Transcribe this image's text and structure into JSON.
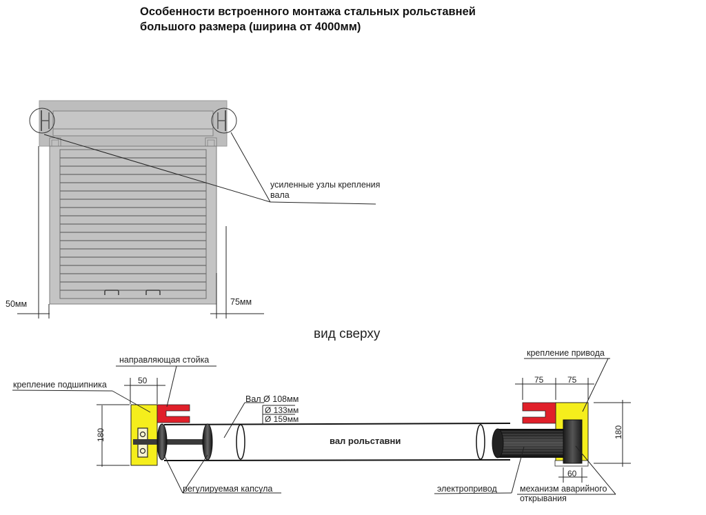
{
  "title": {
    "line1": "Особенности встроенного монтажа стальных рольставней",
    "line2": "большого размера (ширина от 4000мм)"
  },
  "front_view": {
    "callout": {
      "line1": "усиленные узлы крепления",
      "line2": "вала"
    },
    "dim_left": "50мм",
    "dim_right": "75мм"
  },
  "top_view": {
    "heading": "вид сверху",
    "left": {
      "guide_post_label": "направляющая стойка",
      "bearing_mount_label": "крепление подшипника",
      "dim_width": "50",
      "dim_height": "180",
      "capsule_label": "регулируемая капсула"
    },
    "shaft": {
      "diam_1": "Вал Ø 108мм",
      "diam_2": "Ø 133мм",
      "diam_3": "Ø 159мм",
      "label": "вал рольставни"
    },
    "right": {
      "drive_mount_label": "крепление привода",
      "dim_a": "75",
      "dim_b": "75",
      "dim_height": "180",
      "dim_mech": "60",
      "motor_label": "электропривод",
      "emergency_label_1": "механизм аварийного",
      "emergency_label_2": "открывания"
    }
  },
  "colors": {
    "guide_red": "#e0202a",
    "bracket_yellow": "#f5ee1c",
    "shutter_gray": "#c4c4c4",
    "box_gray": "#bdbdbd",
    "motor_dark": "#2a2a2a"
  }
}
